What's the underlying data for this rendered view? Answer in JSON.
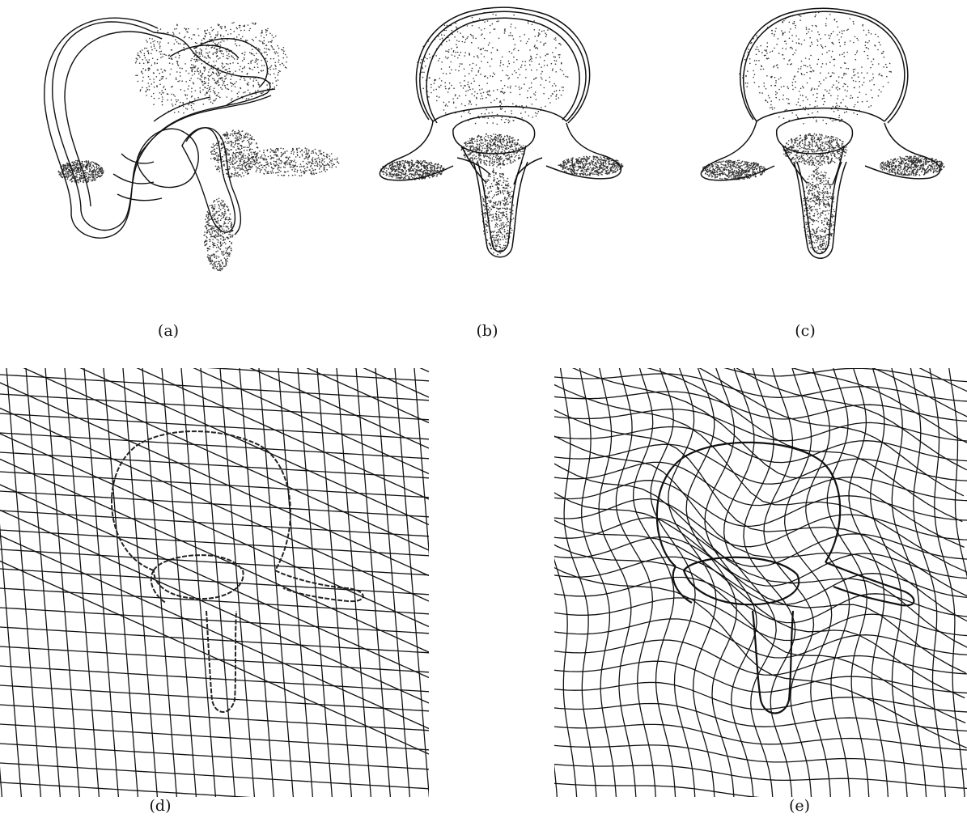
{
  "figure": {
    "panels": [
      {
        "id": "a",
        "caption": "(a)"
      },
      {
        "id": "b",
        "caption": "(b)"
      },
      {
        "id": "c",
        "caption": "(c)"
      },
      {
        "id": "d",
        "caption": "(d)"
      },
      {
        "id": "e",
        "caption": "(e)"
      }
    ]
  },
  "colors": {
    "ink": "#111111",
    "stipple": "#333333",
    "background": "#ffffff"
  }
}
